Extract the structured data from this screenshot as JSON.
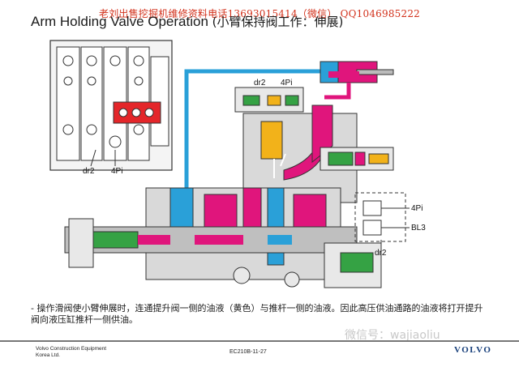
{
  "header": {
    "title_en": "Arm Holding Valve Operation",
    "title_cn": "(小臂保持阀工作：伸展)",
    "watermark": "老刘出售挖掘机维修资料电话13693015414（微信） QQ1046985222"
  },
  "diagram": {
    "labels": {
      "overview_dr2": "dr2",
      "overview_4pi": "4Pi",
      "valve_dr2": "dr2",
      "valve_4pi": "4Pi",
      "schem_4pi": "4Pi",
      "schem_bl3": "BL3",
      "schem_dr2": "dr2"
    }
  },
  "caption": {
    "text": "- 操作滑阀使小臂伸展时，连通提升阀一侧的油液（黄色）与推杆一侧的油液。因此高压供油通路的油液将打开提升阀向液压缸推杆一侧供油。"
  },
  "footer": {
    "company_line1": "Volvo Construction Equipment",
    "company_line2": "Korea Ltd.",
    "code": "EC210B-11-27",
    "brand": "VOLVO",
    "wechat": "微信号：wajiaoliu"
  },
  "colors": {
    "pressure": "#e0157c",
    "return": "#2aa0d8",
    "pilot_yellow": "#f2b21a",
    "highlight_red": "#e4262a",
    "green": "#35a244"
  }
}
